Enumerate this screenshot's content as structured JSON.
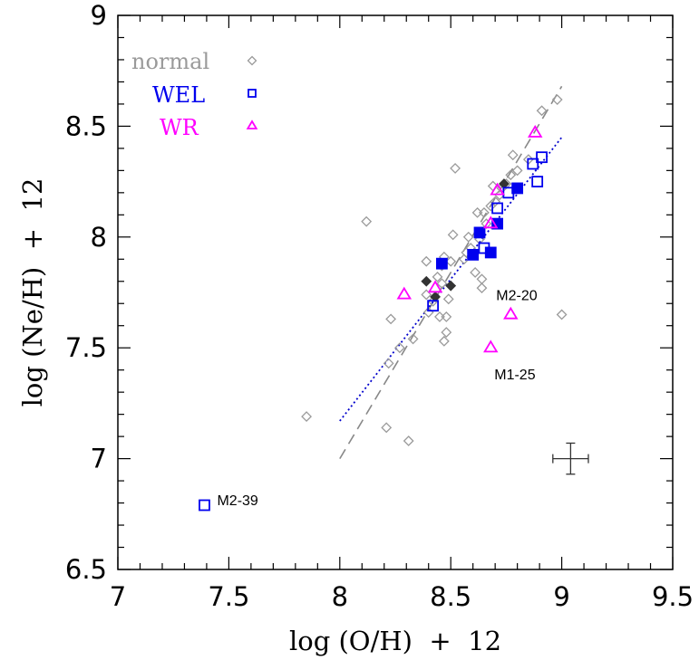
{
  "chart_data": {
    "type": "scatter",
    "xlabel": "log (O/H)  +  12",
    "ylabel": "log (Ne/H)  +  12",
    "xlim": [
      7,
      9.5
    ],
    "ylim": [
      6.5,
      9
    ],
    "xticks": [
      "7",
      "7.5",
      "8",
      "8.5",
      "9",
      "9.5"
    ],
    "yticks": [
      "6.5",
      "7",
      "7.5",
      "8",
      "8.5",
      "9"
    ],
    "legend_position": "top-left",
    "grid": false,
    "series": [
      {
        "name": "normal",
        "marker": "diamond-open",
        "color": "#9a9a9a",
        "points": [
          [
            7.85,
            7.19
          ],
          [
            8.12,
            8.07
          ],
          [
            8.21,
            7.14
          ],
          [
            8.22,
            7.43
          ],
          [
            8.23,
            7.63
          ],
          [
            8.27,
            7.5
          ],
          [
            8.31,
            7.08
          ],
          [
            8.33,
            7.54
          ],
          [
            8.39,
            7.89
          ],
          [
            8.39,
            7.74
          ],
          [
            8.4,
            7.66
          ],
          [
            8.42,
            7.71
          ],
          [
            8.44,
            7.82
          ],
          [
            8.45,
            7.64
          ],
          [
            8.46,
            7.87
          ],
          [
            8.46,
            7.79
          ],
          [
            8.47,
            7.53
          ],
          [
            8.47,
            7.91
          ],
          [
            8.48,
            7.57
          ],
          [
            8.48,
            7.64
          ],
          [
            8.49,
            7.72
          ],
          [
            8.5,
            7.89
          ],
          [
            8.51,
            8.01
          ],
          [
            8.52,
            8.31
          ],
          [
            8.56,
            7.9
          ],
          [
            8.57,
            7.93
          ],
          [
            8.58,
            8.0
          ],
          [
            8.59,
            7.95
          ],
          [
            8.61,
            7.84
          ],
          [
            8.62,
            8.11
          ],
          [
            8.63,
            7.99
          ],
          [
            8.64,
            7.81
          ],
          [
            8.64,
            7.77
          ],
          [
            8.65,
            8.11
          ],
          [
            8.66,
            8.06
          ],
          [
            8.68,
            8.14
          ],
          [
            8.69,
            8.23
          ],
          [
            8.7,
            8.16
          ],
          [
            8.72,
            8.19
          ],
          [
            8.73,
            8.22
          ],
          [
            8.75,
            8.24
          ],
          [
            8.77,
            8.28
          ],
          [
            8.78,
            8.37
          ],
          [
            8.8,
            8.3
          ],
          [
            8.85,
            8.35
          ],
          [
            8.91,
            8.57
          ],
          [
            8.98,
            8.62
          ],
          [
            9.0,
            7.65
          ]
        ],
        "filled_points": [
          [
            8.39,
            7.8
          ],
          [
            8.43,
            7.73
          ],
          [
            8.5,
            7.78
          ],
          [
            8.74,
            8.24
          ]
        ]
      },
      {
        "name": "WEL",
        "marker": "square-open",
        "color": "#0000ee",
        "points": [
          [
            7.39,
            6.79
          ],
          [
            8.42,
            7.69
          ],
          [
            8.65,
            7.95
          ],
          [
            8.71,
            8.13
          ],
          [
            8.76,
            8.2
          ],
          [
            8.87,
            8.33
          ],
          [
            8.89,
            8.25
          ],
          [
            8.91,
            8.36
          ]
        ],
        "filled_points": [
          [
            8.46,
            7.88
          ],
          [
            8.6,
            7.92
          ],
          [
            8.63,
            8.02
          ],
          [
            8.68,
            7.93
          ],
          [
            8.71,
            8.06
          ],
          [
            8.8,
            8.22
          ]
        ]
      },
      {
        "name": "WR",
        "marker": "triangle-open",
        "color": "#ff00ff",
        "points": [
          [
            8.29,
            7.74
          ],
          [
            8.43,
            7.77
          ],
          [
            8.68,
            7.5
          ],
          [
            8.68,
            8.06
          ],
          [
            8.71,
            8.21
          ],
          [
            8.77,
            7.65
          ],
          [
            8.88,
            8.47
          ]
        ]
      }
    ],
    "fit_lines": [
      {
        "style": "dashed",
        "color": "#888888",
        "points": [
          [
            8.0,
            7.0
          ],
          [
            9.0,
            8.68
          ]
        ]
      },
      {
        "style": "dotted",
        "color": "#0000cc",
        "points": [
          [
            8.0,
            7.17
          ],
          [
            9.0,
            8.45
          ]
        ]
      }
    ],
    "error_bar": {
      "x": 9.04,
      "y": 7.0,
      "xerr": 0.08,
      "yerr": 0.07
    },
    "annotations": [
      {
        "text": "M2-39",
        "x": 7.39,
        "y": 6.79
      },
      {
        "text": "M2-20",
        "x": 8.77,
        "y": 7.65
      },
      {
        "text": "M1-25",
        "x": 8.68,
        "y": 7.5
      }
    ]
  }
}
